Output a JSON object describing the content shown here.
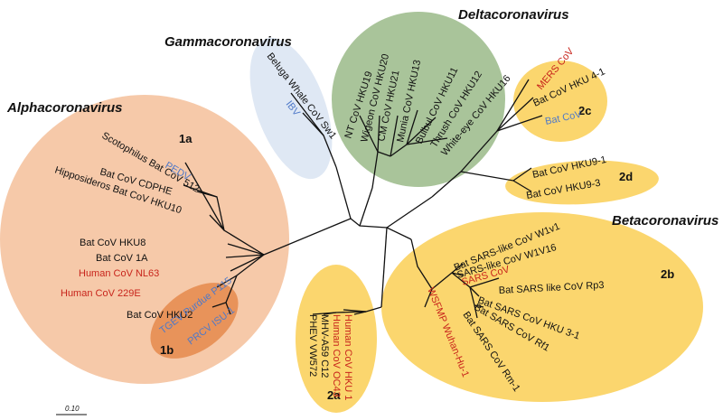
{
  "colors": {
    "alpha": "#f6c9a9",
    "alpha_1b": "#e8935a",
    "gamma": "#dfe8f4",
    "delta": "#a9c49a",
    "beta": "#fbd66e",
    "black": "#111111",
    "red": "#c8251c",
    "blue": "#4f79c8"
  },
  "genera": {
    "alpha": "Alphacoronavirus",
    "gamma": "Gammacoronavirus",
    "delta": "Deltacoronavirus",
    "beta": "Betacoronavirus"
  },
  "subgroups": {
    "g1a": "1a",
    "g1b": "1b",
    "g2a": "2a",
    "g2b": "2b",
    "g2c": "2c",
    "g2d": "2d"
  },
  "leaves": {
    "scotophilus": "Scotophilus Bat CoV 512",
    "pedv": "PEDV",
    "cdphe": "Bat CoV CDPHE",
    "hku10": "Hipposideros Bat CoV HKU10",
    "hku8": "Bat CoV HKU8",
    "cov1a": "Bat CoV 1A",
    "nl63": "Human CoV NL63",
    "h229e": "Human CoV 229E",
    "hku2": "Bat CoV HKU2",
    "tgev": "TGEV Purdue P115",
    "prcv": "PRCV ISU-1",
    "beluga": "Beluga Whale CoV Sw1",
    "ibv": "IBV",
    "hku19": "NT CoV HKU19",
    "hku20": "Wigeon CoV HKU20",
    "hku21": "CM CoV HKU21",
    "hku13": "Munia CoV HKU13",
    "hku11": "Bulbul CoV HKU11",
    "hku12": "Thrush CoV HKU12",
    "hku16": "White-eye CoV HKU16",
    "mers": "MERS CoV",
    "hku4": "Bat CoV HKU 4-1",
    "batcov": "Bat CoV",
    "hku9_1": "Bat CoV HKU9-1",
    "hku9_3": "Bat CoV HKU9-3",
    "w1v1": "Bat SARS-like CoV W1v1",
    "w1v16": "SARS-like CoV W1V16",
    "sars": "SARS CoV",
    "rp3": "Bat SARS like CoV Rp3",
    "hku3": "Bat SARS CoV HKU 3-1",
    "rf1": "Bat SARS CoV Rf1",
    "rm1": "Bat SARS CoV Rm-1",
    "wsfmp": "WSFMP Wuhan-Hu-1",
    "hku1": "Human CoV HKU 1",
    "oc43": "Human CoV  OC43",
    "mhv": "MHV-A59 C12",
    "phev": "PHEV VW572"
  },
  "scale_label": "0.10"
}
